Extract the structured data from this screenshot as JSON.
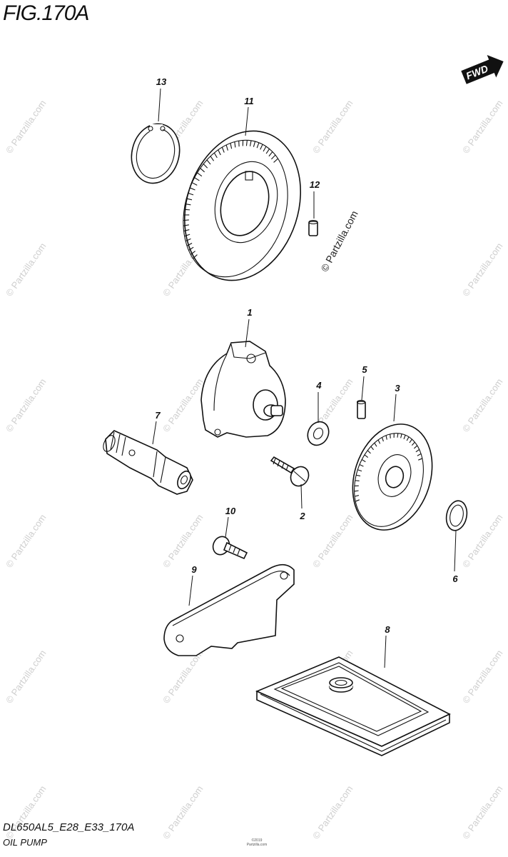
{
  "header": {
    "figure_title": "FIG.170A",
    "fwd_label": "FWD"
  },
  "footer": {
    "model_code": "DL650AL5_E28_E33_170A",
    "section_name": "OIL PUMP",
    "small_print_line1": "©2019",
    "small_print_line2": "Partzilla.com"
  },
  "watermark": {
    "text": "© Partzilla.com",
    "center_text": "© Partzilla.com"
  },
  "parts": {
    "p1": "1",
    "p2": "2",
    "p3": "3",
    "p4": "4",
    "p5": "5",
    "p6": "6",
    "p7": "7",
    "p8": "8",
    "p9": "9",
    "p10": "10",
    "p11": "11",
    "p12": "12",
    "p13": "13"
  },
  "colors": {
    "line": "#111111",
    "watermark": "#cfcfcf",
    "background": "#ffffff"
  }
}
